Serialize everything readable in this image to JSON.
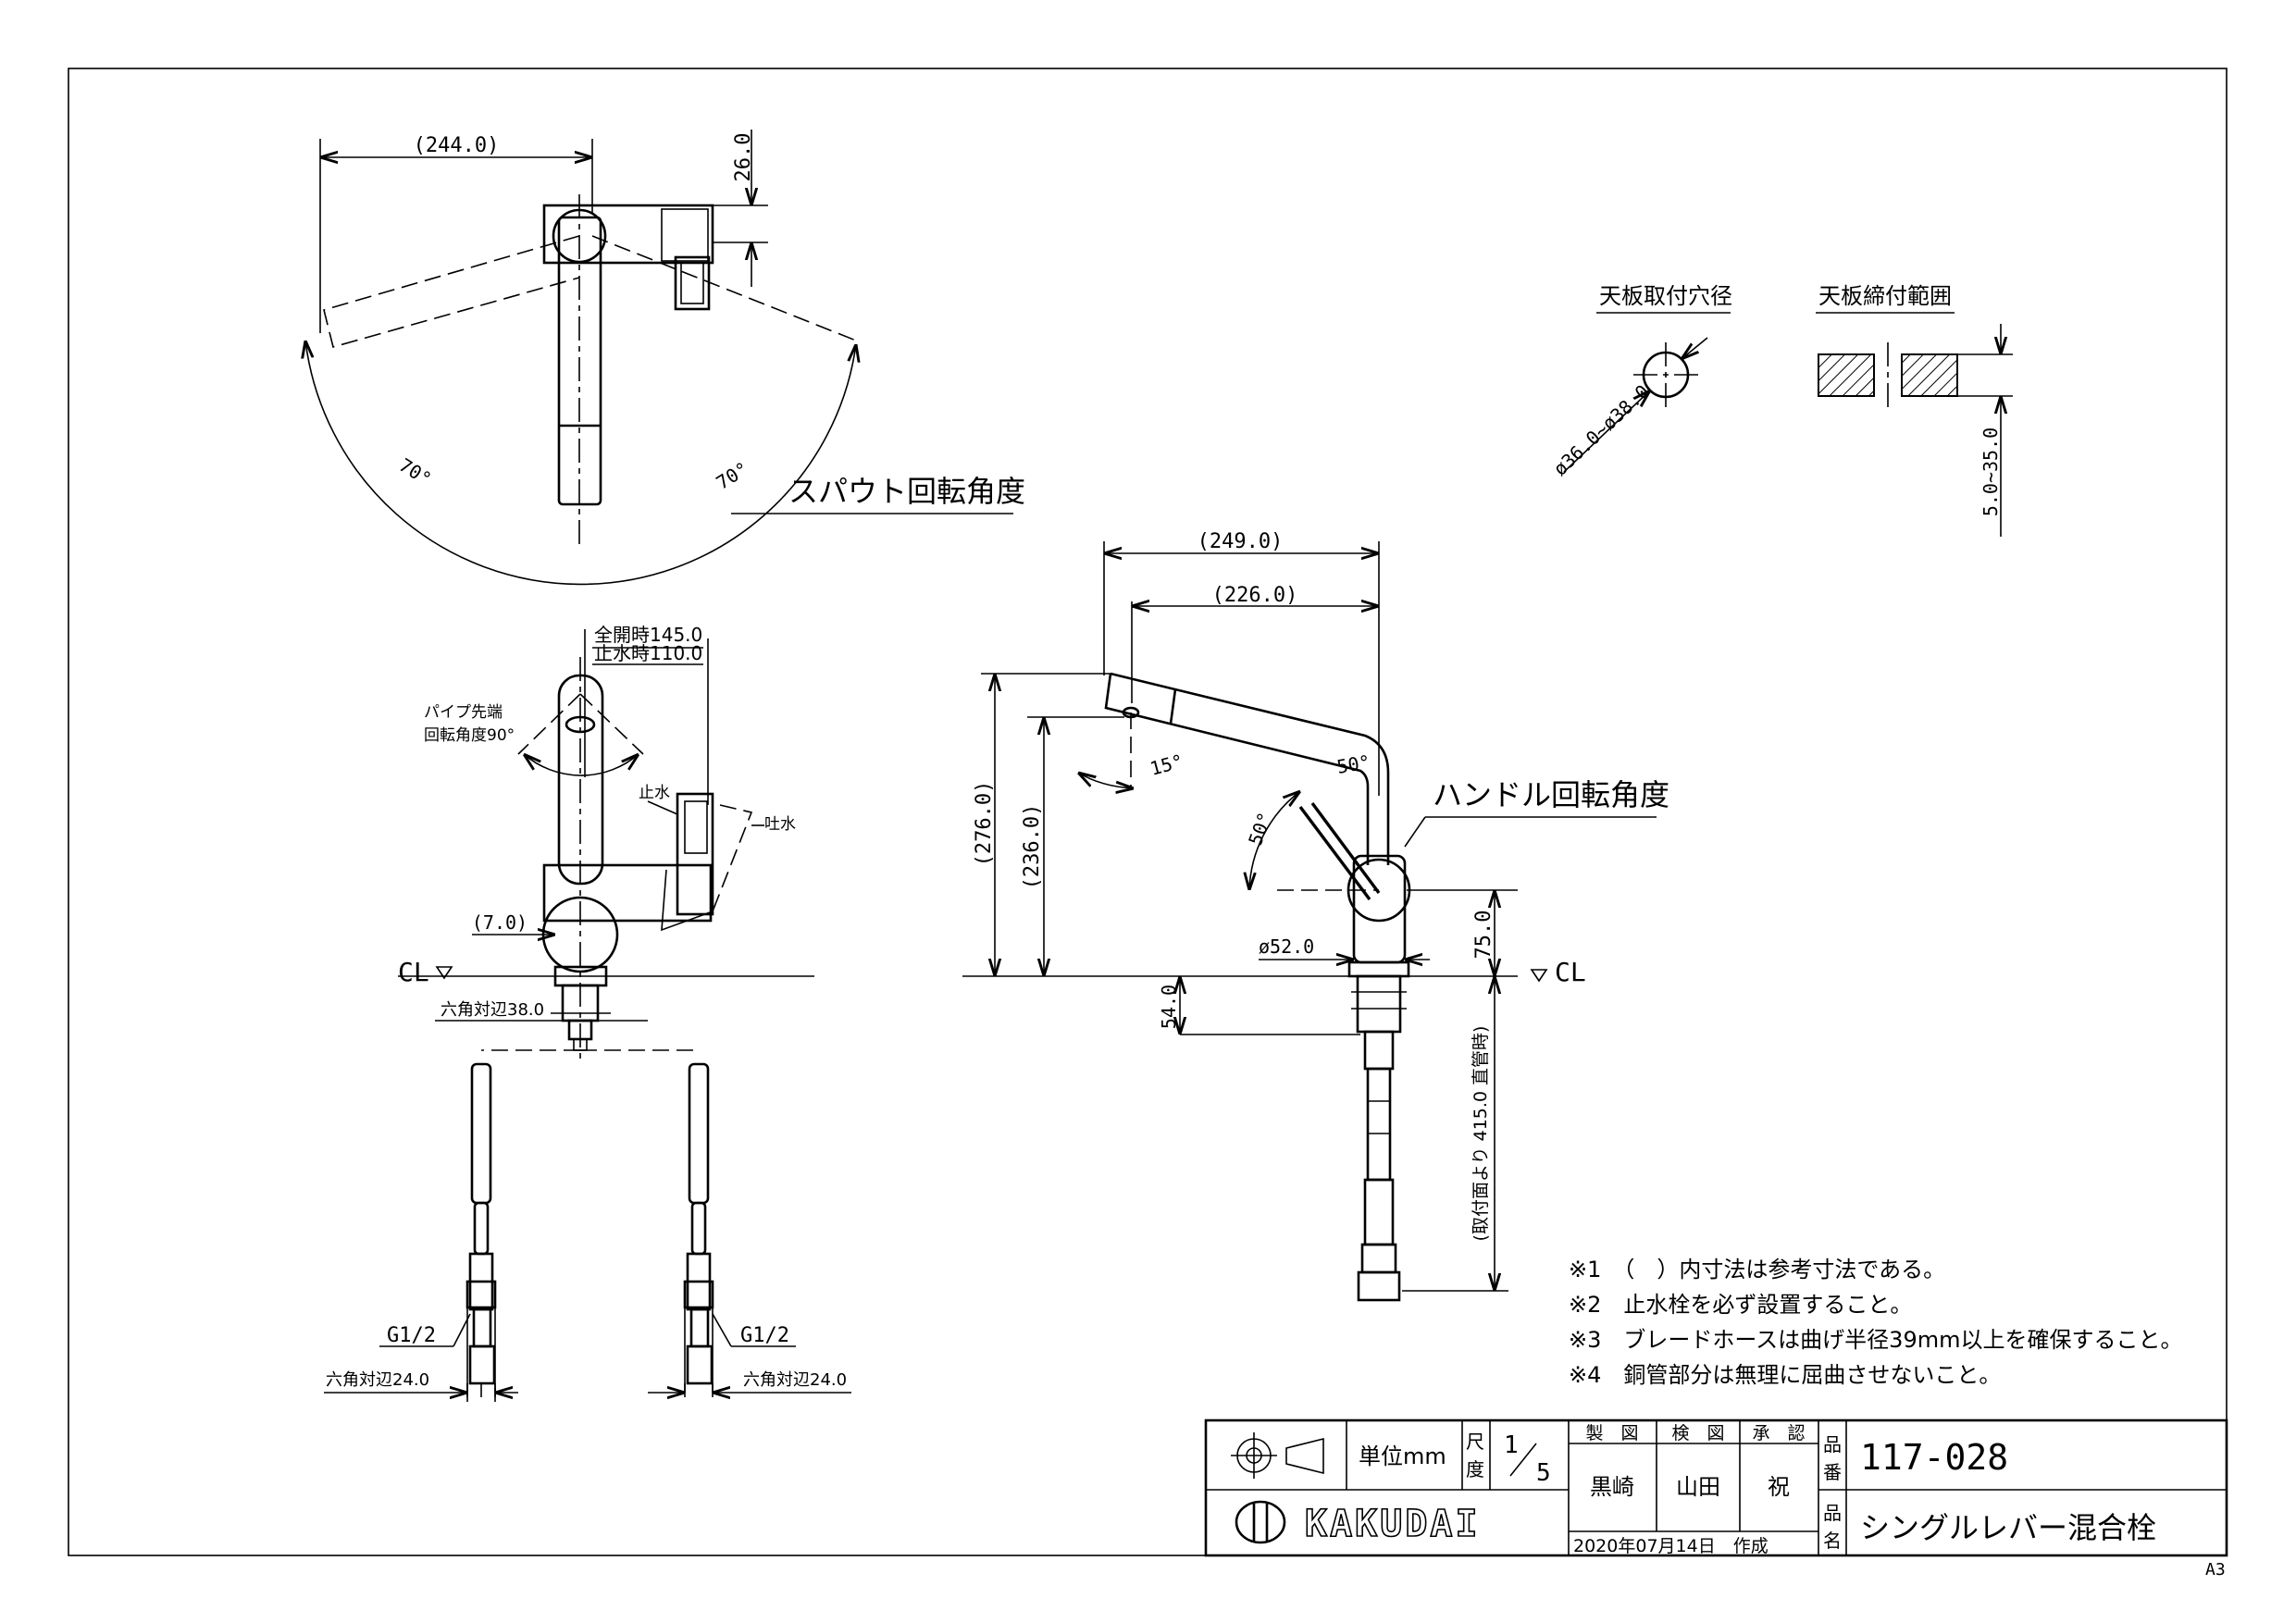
{
  "views": {
    "top_view": {
      "dim_width": "(244.0)",
      "dim_height": "26.0",
      "angle_left": "70°",
      "angle_right": "70°",
      "caption": "スパウト回転角度"
    },
    "front_view": {
      "dim_full_open": "全開時145.0",
      "dim_stop": "止水時110.0",
      "pipe_tip_label_1": "パイプ先端",
      "pipe_tip_label_2": "回転角度90°",
      "label_stop_water": "止水",
      "label_discharge": "吐水",
      "dim_offset": "(7.0)",
      "cl_label": "CL",
      "dim_hex": "六角対辺38.0",
      "thread_left": "G1/2",
      "thread_right": "G1/2",
      "hex_left": "六角対辺24.0",
      "hex_right": "六角対辺24.0"
    },
    "side_view": {
      "dim_249": "(249.0)",
      "dim_226": "(226.0)",
      "dim_276": "(276.0)",
      "dim_236": "(236.0)",
      "angle_15": "15°",
      "angle_50_top": "50°",
      "angle_50_side": "50°",
      "caption": "ハンドル回転角度",
      "dim_diameter": "ø52.0",
      "dim_75": "75.0",
      "cl_label": "CL",
      "dim_54": "54.0",
      "dim_hose": "(取付面より 415.0 直管時)"
    },
    "mount_hole": {
      "title": "天板取付穴径",
      "dim": "ø36.0~ø38.0"
    },
    "mount_range": {
      "title": "天板締付範囲",
      "dim": "5.0~35.0"
    }
  },
  "notes": [
    "※1　（　）内寸法は参考寸法である。",
    "※2　止水栓を必ず設置すること。",
    "※3　ブレードホースは曲げ半径39mm以上を確保すること。",
    "※4　銅管部分は無理に屈曲させないこと。"
  ],
  "title_block": {
    "unit_label": "単位mm",
    "scale_label_1": "尺",
    "scale_label_2": "度",
    "scale_num": "1",
    "scale_den": "5",
    "made_header": "製　図",
    "checked_header": "検　図",
    "approved_header": "承　認",
    "made_by": "黒崎",
    "checked_by": "山田",
    "approved_by": "祝",
    "part_no_label_1": "品",
    "part_no_label_2": "番",
    "part_no": "117-028",
    "name_label_1": "品",
    "name_label_2": "名",
    "part_name": "シングルレバー混合栓",
    "date": "2020年07月14日　作成",
    "brand": "KAKUDAI"
  },
  "paper_size": "A3"
}
